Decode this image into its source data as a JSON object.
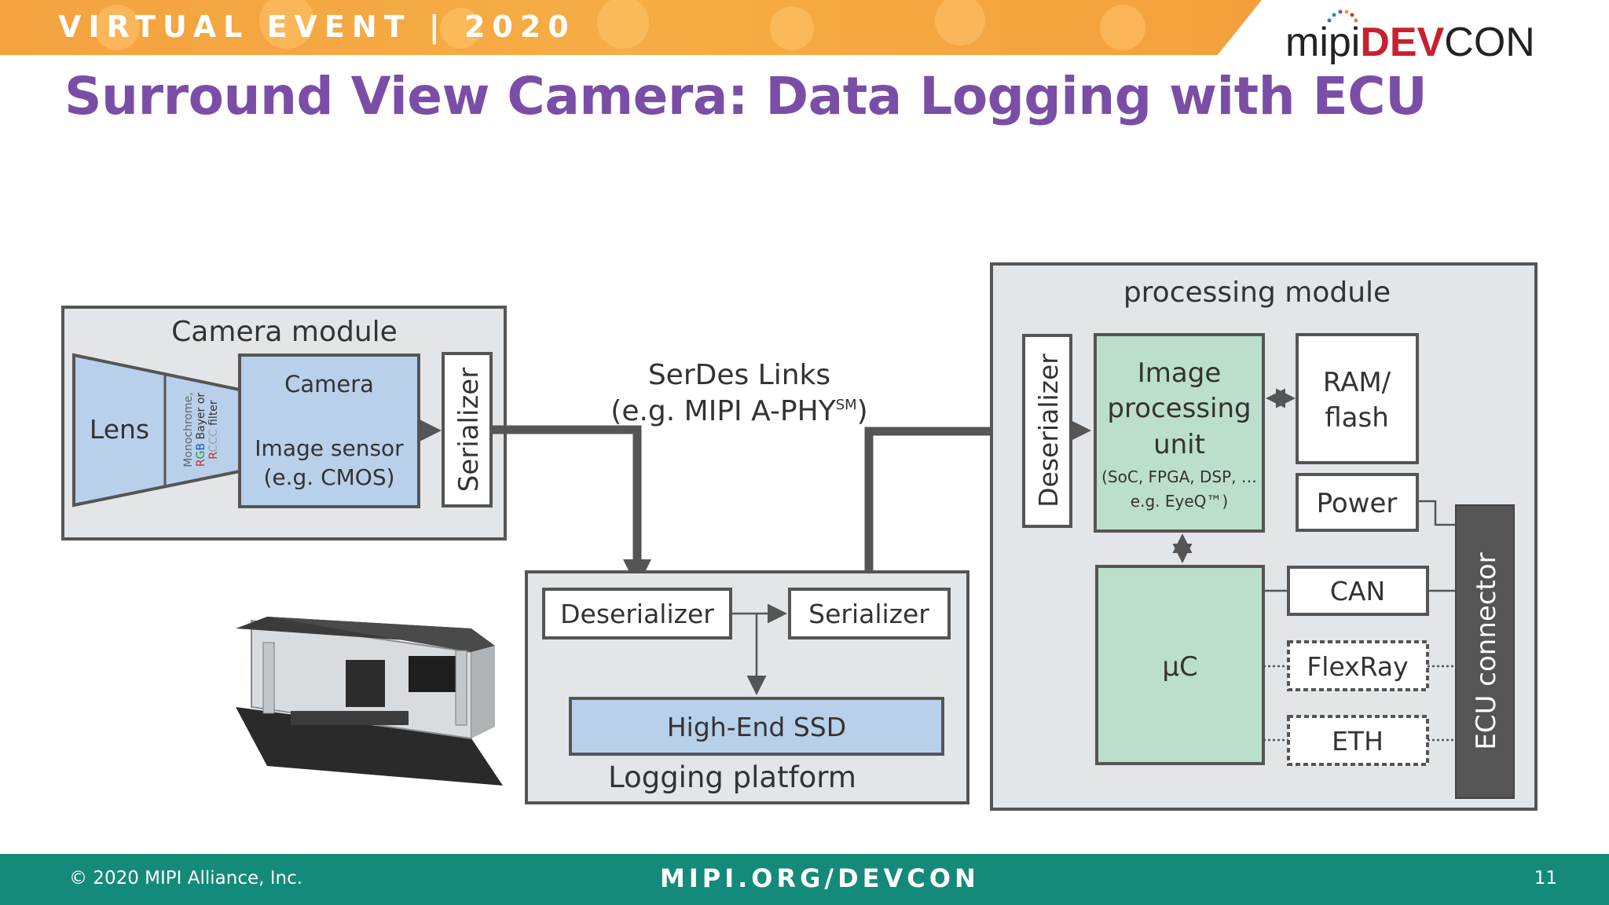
{
  "banner": {
    "text": "VIRTUAL EVENT | 2020"
  },
  "logo": {
    "mipi": "mipi",
    "dev": "DEV",
    "con": "CON"
  },
  "title": "Surround View Camera: Data Logging with ECU",
  "diagram": {
    "camera_module": {
      "label": "Camera module",
      "lens": "Lens",
      "filter_line1": "Monochrome,",
      "filter_line2_r": "R",
      "filter_line2_g": "G",
      "filter_line2_b": "B",
      "filter_line2_rest": " Bayer or",
      "filter_line3_r": "R",
      "filter_line3_c": "CCC",
      "filter_line3_rest": " filter",
      "camera": "Camera",
      "image_sensor": "Image sensor",
      "cmos": "(e.g. CMOS)",
      "serializer": "Serializer"
    },
    "serdes": {
      "line1": "SerDes Links",
      "line2": "(e.g. MIPI A-PHY",
      "sm": "SM",
      "close": ")"
    },
    "logging_platform": {
      "label": "Logging platform",
      "deserializer": "Deserializer",
      "serializer": "Serializer",
      "ssd": "High-End SSD"
    },
    "processing_module": {
      "label": "processing module",
      "deserializer": "Deserializer",
      "ipu_line1": "Image",
      "ipu_line2": "processing",
      "ipu_line3": "unit",
      "ipu_sub1": "(SoC, FPGA, DSP, …",
      "ipu_sub2": "e.g. EyeQ™)",
      "ram_line1": "RAM/",
      "ram_line2": "flash",
      "power": "Power",
      "uc": "µC",
      "can": "CAN",
      "flexray": "FlexRay",
      "eth": "ETH",
      "ecu_connector": "ECU connector"
    },
    "colors": {
      "box_gray": "#e3e6e8",
      "blue": "#b9d0ea",
      "green": "#bcdfcc",
      "dark": "#555555"
    }
  },
  "footer": {
    "copyright": "© 2020 MIPI Alliance, Inc.",
    "url": "MIPI.ORG/DEVCON",
    "page": "11"
  }
}
